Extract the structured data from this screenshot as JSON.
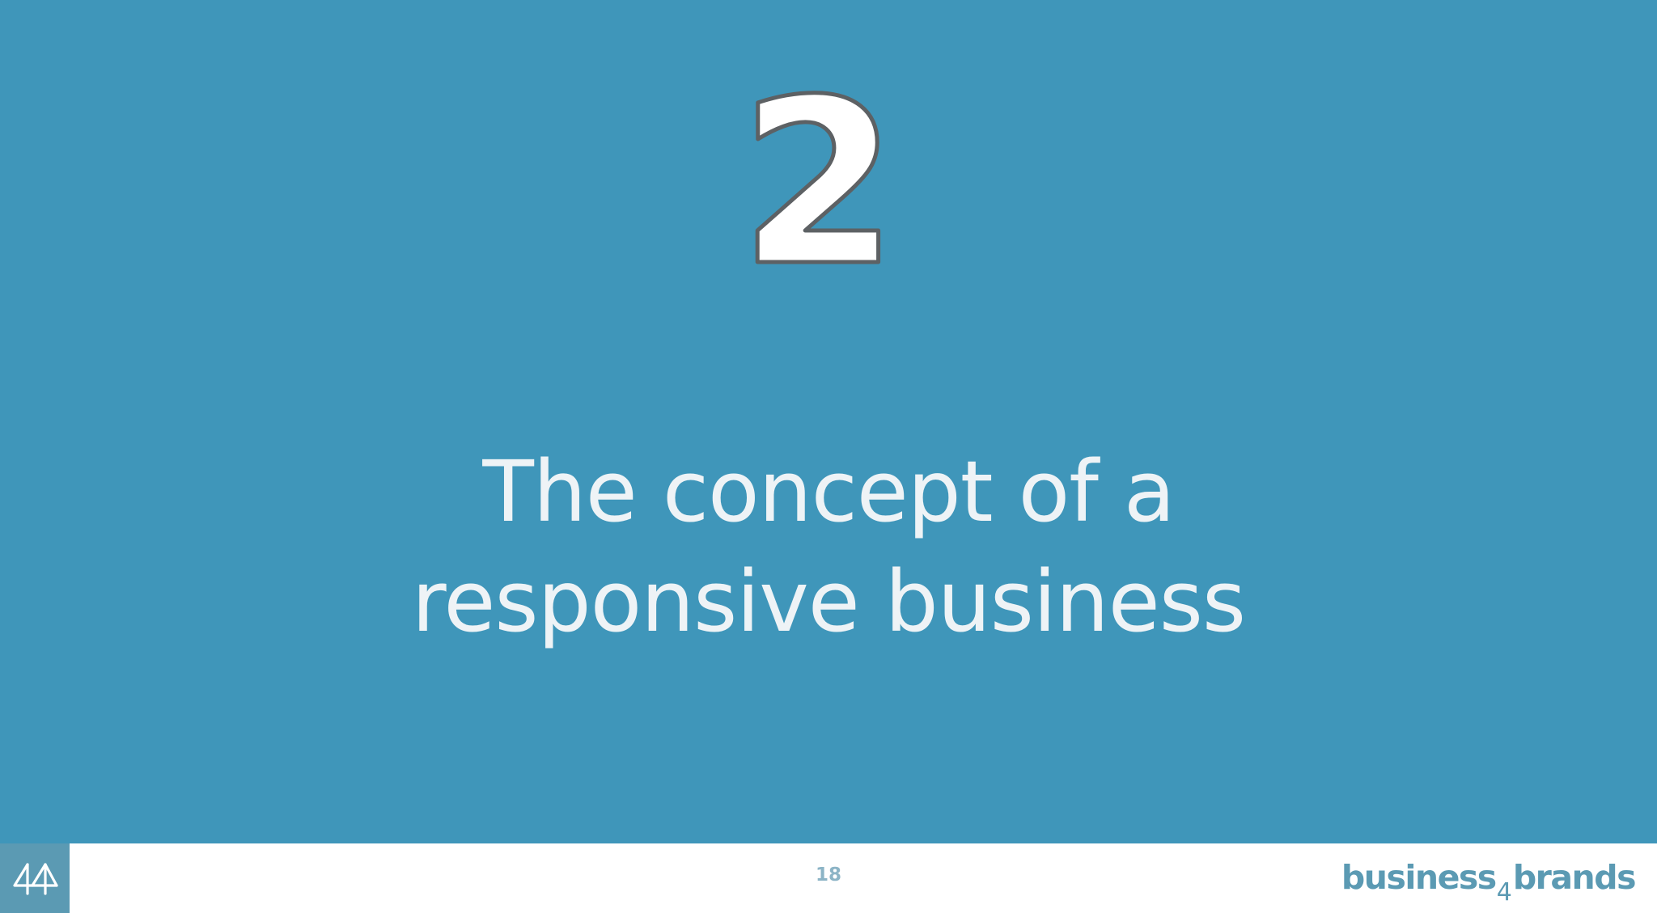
{
  "slide": {
    "section_number": "2",
    "title_lines": [
      "The concept of a",
      "responsive business"
    ],
    "background_color": "#3f96ba",
    "title_color": "#eef3f6"
  },
  "footer": {
    "logo_icon": "b4b-mark-icon",
    "page_number": "18",
    "brand": {
      "part1": "business",
      "part2": "4",
      "part3": "brands",
      "color": "#5b9ab3"
    }
  }
}
